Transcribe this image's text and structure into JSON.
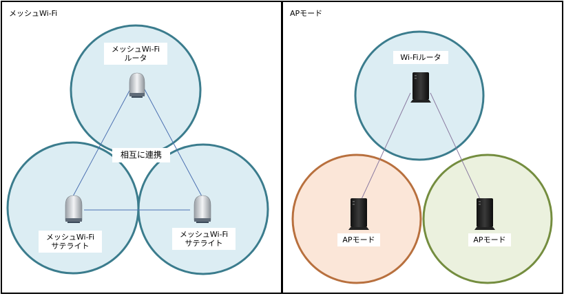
{
  "mesh_panel": {
    "title": "メッシュWi-Fi",
    "router_label": [
      "メッシュWi-Fi",
      "ルータ"
    ],
    "satellite_left_label": [
      "メッシュWi-Fi",
      "サテライト"
    ],
    "satellite_right_label": [
      "メッシュWi-Fi",
      "サテライト"
    ],
    "center_label": "相互に連携"
  },
  "ap_panel": {
    "title": "APモード",
    "router_label": "Wi-Fiルータ",
    "ap_left_label": "APモード",
    "ap_right_label": "APモード"
  },
  "colors": {
    "mesh_circle_fill": "#dcedf3",
    "mesh_circle_stroke": "#3b7c8d",
    "ap_left_fill": "#fbe6d8",
    "ap_left_stroke": "#b8703e",
    "ap_right_fill": "#ebf1de",
    "ap_right_stroke": "#748d3f",
    "link_line": "#4a6fb0",
    "ap_link_line": "#8a7aa0"
  },
  "icons": {
    "mesh_device": "mesh-router-icon",
    "ap_device": "black-wifi-router-icon"
  }
}
